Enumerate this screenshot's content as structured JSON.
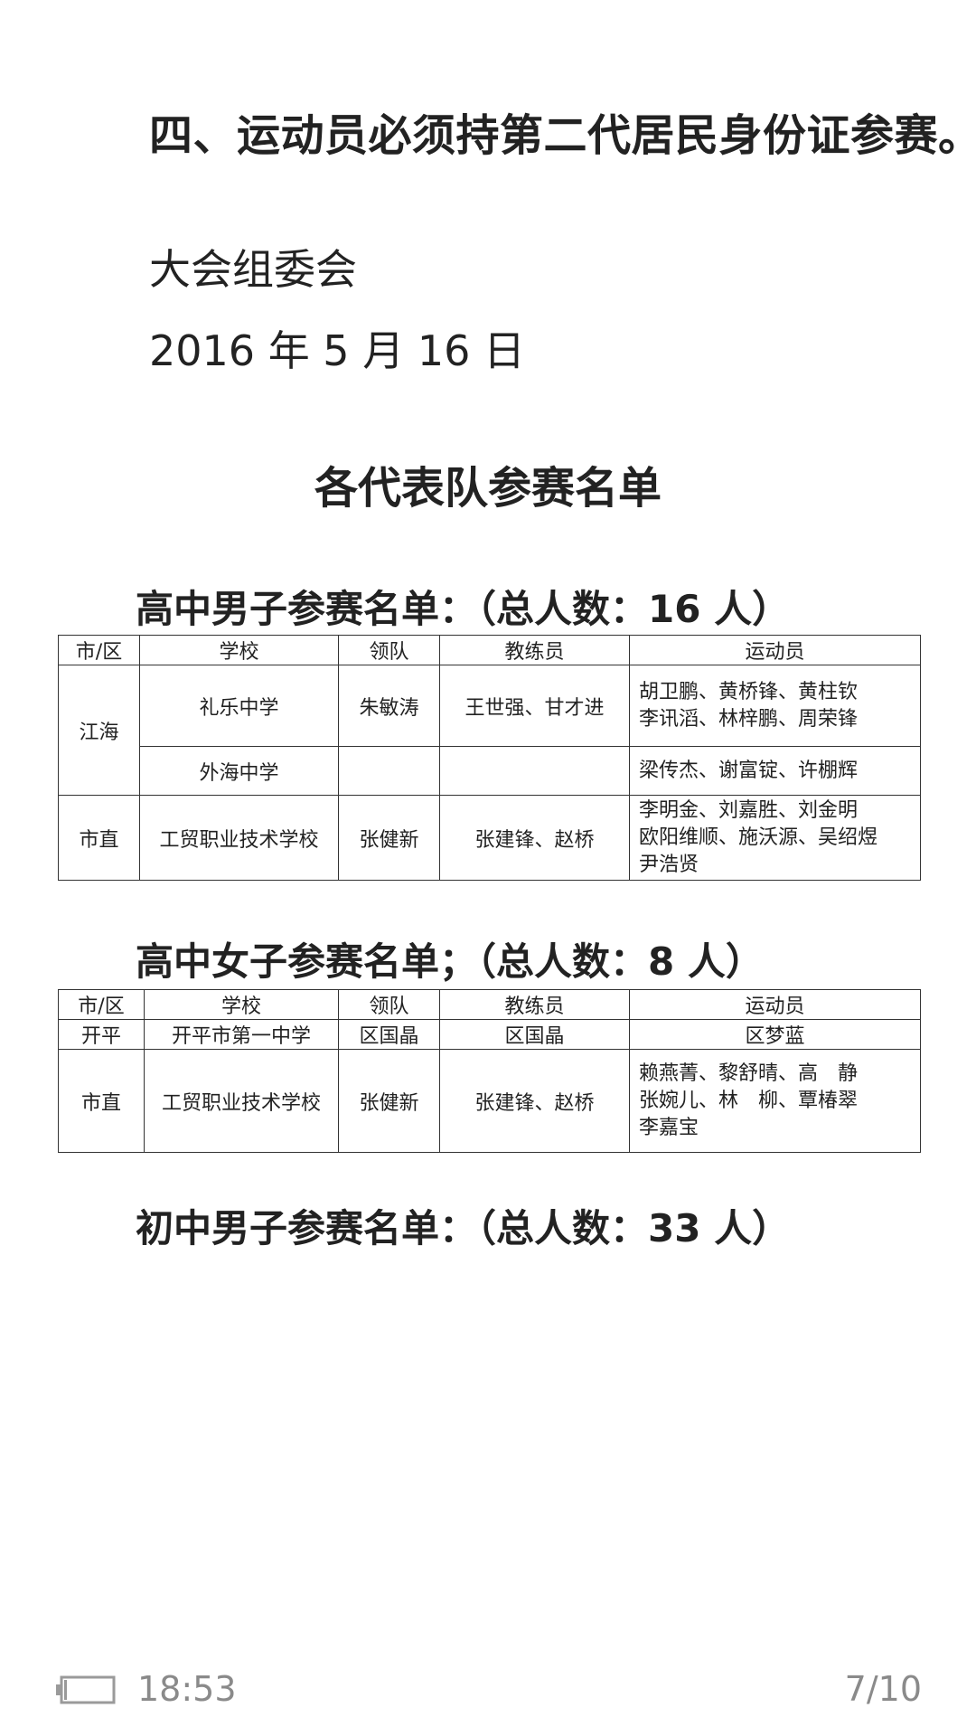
{
  "notice": "四、运动员必须持第二代居民身份证参赛。",
  "organizer": "大会组委会",
  "date": "2016 年 5 月 16 日",
  "doc_title": "各代表队参赛名单",
  "sections": [
    {
      "title": "高中男子参赛名单：（总人数：16 人）",
      "headers": [
        "市/区",
        "学校",
        "领队",
        "教练员",
        "运动员"
      ],
      "rows": [
        {
          "district": "江海",
          "school": "礼乐中学",
          "leader": "朱敏涛",
          "coach": "王世强、甘才进",
          "athletes": [
            "胡卫鹏、黄桥锋、黄柱钦",
            "李讯滔、林梓鹏、周荣锋"
          ]
        },
        {
          "district": "",
          "school": "外海中学",
          "leader": "",
          "coach": "",
          "athletes": [
            "梁传杰、谢富锭、许棚辉"
          ]
        },
        {
          "district": "市直",
          "school": "工贸职业技术学校",
          "leader": "张健新",
          "coach": "张建锋、赵桥",
          "athletes": [
            "李明金、刘嘉胜、刘金明",
            "欧阳维顺、施沃源、吴绍煜",
            "尹浩贤"
          ]
        }
      ]
    },
    {
      "title": "高中女子参赛名单；（总人数：8 人）",
      "headers": [
        "市/区",
        "学校",
        "领队",
        "教练员",
        "运动员"
      ],
      "rows": [
        {
          "district": "开平",
          "school": "开平市第一中学",
          "leader": "区国晶",
          "coach": "区国晶",
          "athletes": [
            "区梦蓝"
          ]
        },
        {
          "district": "市直",
          "school": "工贸职业技术学校",
          "leader": "张健新",
          "coach": "张建锋、赵桥",
          "athletes": [
            "赖燕菁、黎舒晴、高　静",
            "张婉儿、林　柳、覃椿翠",
            "李嘉宝"
          ]
        }
      ]
    },
    {
      "title": "初中男子参赛名单：（总人数：33 人）"
    }
  ],
  "footer": {
    "time": "18:53",
    "page": "7/10",
    "battery_icon": "battery-icon",
    "battery_level": 0.05
  }
}
